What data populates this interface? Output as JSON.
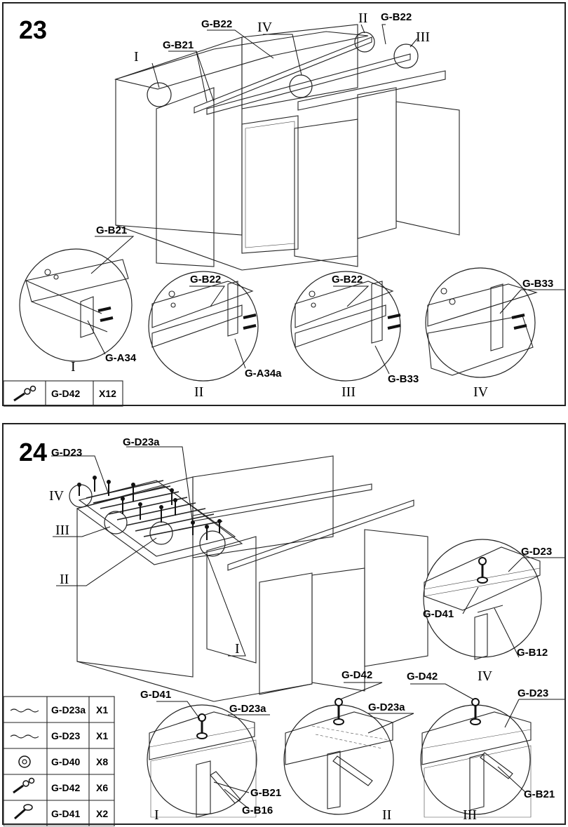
{
  "step23": {
    "number": "23",
    "labels": {
      "gb22_top": "G-B22",
      "gb22_right": "G-B22",
      "gb21_top": "G-B21",
      "roman_i": "I",
      "roman_ii": "II",
      "roman_iii": "III",
      "roman_iv": "IV"
    },
    "details": [
      {
        "part_a": "G-B21",
        "part_b": "G-A34",
        "roman": "I"
      },
      {
        "part_a": "G-B22",
        "part_b": "G-A34a",
        "roman": "II"
      },
      {
        "part_a": "G-B22",
        "part_b": "G-B33",
        "roman": "III"
      },
      {
        "part_a": "G-B33",
        "roman": "IV"
      }
    ],
    "parts_table": [
      {
        "icon": "bolt-nut-icon",
        "code": "G-D42",
        "qty": "X12"
      }
    ]
  },
  "step24": {
    "number": "24",
    "labels": {
      "gd23": "G-D23",
      "gd23a": "G-D23a",
      "roman_iv": "IV",
      "roman_iii": "III",
      "roman_ii": "II",
      "roman_i": "I"
    },
    "detail_iv": {
      "part_a": "G-D23",
      "part_b": "G-D41",
      "part_c": "G-B12",
      "roman": "IV"
    },
    "details": [
      {
        "part_a": "G-D41",
        "part_b": "G-D23a",
        "part_c": "G-B21",
        "part_d": "G-B16",
        "roman": "I"
      },
      {
        "part_a": "G-D42",
        "part_b": "G-D23a",
        "roman": "II"
      },
      {
        "part_a": "G-D42",
        "part_b": "G-D23",
        "part_c": "G-B21",
        "roman": "III"
      }
    ],
    "parts_table": [
      {
        "icon": "roof-sheet-wavy-icon",
        "code": "G-D23a",
        "qty": "X1"
      },
      {
        "icon": "roof-sheet-wavy-icon",
        "code": "G-D23",
        "qty": "X1"
      },
      {
        "icon": "washer-icon",
        "code": "G-D40",
        "qty": "X8"
      },
      {
        "icon": "bolt-nut-icon",
        "code": "G-D42",
        "qty": "X6"
      },
      {
        "icon": "screw-icon",
        "code": "G-D41",
        "qty": "X2"
      }
    ]
  }
}
